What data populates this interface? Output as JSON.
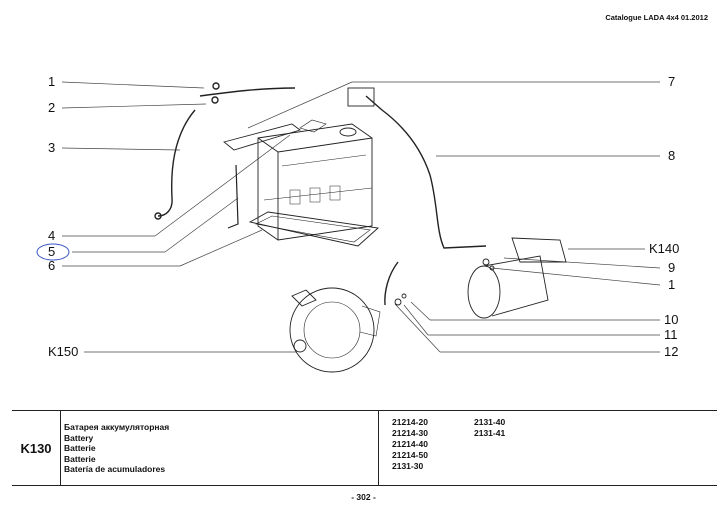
{
  "header": {
    "catalogue_title": "Catalogue LADA 4x4  01.2012"
  },
  "callouts": {
    "c1a": "1",
    "c2": "2",
    "c3": "3",
    "c4": "4",
    "c5": "5",
    "c6": "6",
    "c7": "7",
    "c8": "8",
    "k140": "K140",
    "c9": "9",
    "c1b": "1",
    "c10": "10",
    "c11": "11",
    "k150": "K150",
    "c12": "12"
  },
  "table": {
    "group_code": "K130",
    "names": [
      "Батарея аккумуляторная",
      "Battery",
      "Batterie",
      "Batterie",
      "Batería de acumuladores"
    ],
    "models_col1": [
      "21214-20",
      "21214-30",
      "21214-40",
      "21214-50",
      "2131-30"
    ],
    "models_col2": [
      "2131-40",
      "2131-41"
    ]
  },
  "footer": {
    "page_number": "- 302 -"
  },
  "colors": {
    "ink": "#111111",
    "highlight_circle": "#3b54c7"
  }
}
